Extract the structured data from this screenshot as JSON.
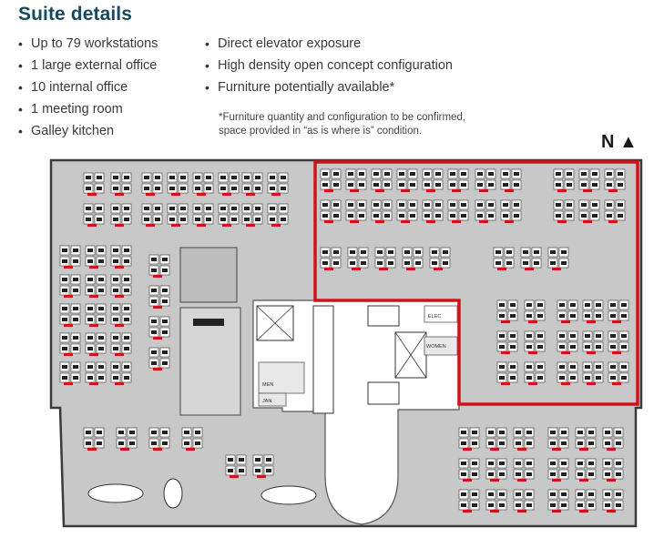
{
  "title": "Suite details",
  "features_left": [
    "Up to 79 workstations",
    "1 large external office",
    "10 internal office",
    "1 meeting room",
    "Galley kitchen"
  ],
  "features_right": [
    "Direct elevator exposure",
    "High density open concept configuration",
    "Furniture potentially available*"
  ],
  "footnote_lines": [
    "*Furniture quantity and configuration to be confirmed,",
    "space provided  in “as is where is” condition."
  ],
  "north_label": "N",
  "north_arrow": "▲",
  "plan_labels": {
    "elec": "ELEC",
    "women": "WOMEN",
    "men": "MEN",
    "jan": "JAN"
  },
  "colors": {
    "title": "#174a5e",
    "suite_outline": "#d0121b",
    "floor_fill": "#c8c8c8",
    "core_fill": "#ffffff",
    "furniture_accent": "#d0121b"
  }
}
